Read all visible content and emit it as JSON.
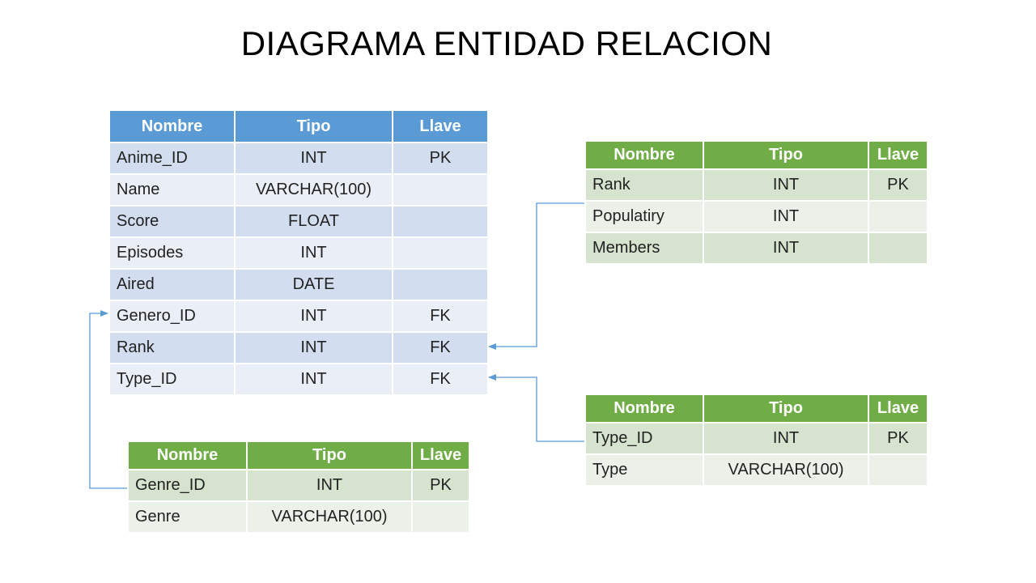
{
  "title": "DIAGRAMA ENTIDAD RELACION",
  "headers": {
    "name": "Nombre",
    "type": "Tipo",
    "key": "Llave"
  },
  "anime_table": {
    "rows": [
      {
        "name": "Anime_ID",
        "type": "INT",
        "key": "PK"
      },
      {
        "name": "Name",
        "type": "VARCHAR(100)",
        "key": ""
      },
      {
        "name": "Score",
        "type": "FLOAT",
        "key": ""
      },
      {
        "name": "Episodes",
        "type": "INT",
        "key": ""
      },
      {
        "name": "Aired",
        "type": "DATE",
        "key": ""
      },
      {
        "name": "Genero_ID",
        "type": "INT",
        "key": "FK"
      },
      {
        "name": "Rank",
        "type": "INT",
        "key": "FK"
      },
      {
        "name": "Type_ID",
        "type": "INT",
        "key": "FK"
      }
    ]
  },
  "rank_table": {
    "rows": [
      {
        "name": "Rank",
        "type": "INT",
        "key": "PK"
      },
      {
        "name": "Populatiry",
        "type": "INT",
        "key": ""
      },
      {
        "name": "Members",
        "type": "INT",
        "key": ""
      }
    ]
  },
  "type_table": {
    "rows": [
      {
        "name": "Type_ID",
        "type": "INT",
        "key": "PK"
      },
      {
        "name": "Type",
        "type": "VARCHAR(100)",
        "key": ""
      }
    ]
  },
  "genre_table": {
    "rows": [
      {
        "name": "Genre_ID",
        "type": "INT",
        "key": "PK"
      },
      {
        "name": "Genre",
        "type": "VARCHAR(100)",
        "key": ""
      }
    ]
  },
  "colors": {
    "main_header": "#5b9bd5",
    "related_header": "#70ad47",
    "connector": "#5b9bd5"
  }
}
